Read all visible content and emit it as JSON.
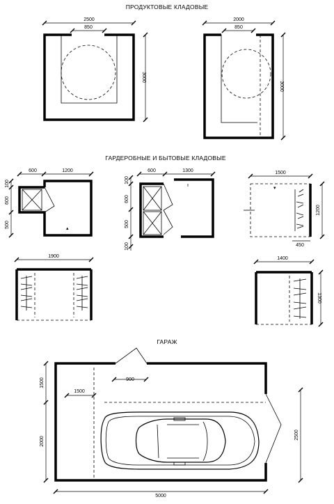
{
  "sections": {
    "pantry_title": "ПРОДУКТОВЫЕ КЛАДОВЫЕ",
    "wardrobe_title": "ГАРДЕРОБНЫЕ И БЫТОВЫЕ КЛАДОВЫЕ",
    "garage_title": "ГАРАЖ"
  },
  "pantry_1": {
    "width": "2500",
    "door": "850",
    "depth": "3000"
  },
  "pantry_2": {
    "width": "2000",
    "door": "850",
    "depth": "3000"
  },
  "wardrobe_1": {
    "w1": "600",
    "w2": "1200",
    "h1": "100",
    "h2": "600",
    "h3": "500"
  },
  "wardrobe_2": {
    "w1": "600",
    "w2": "1300",
    "h1": "100",
    "h2": "600",
    "h3": "500",
    "h4": "100"
  },
  "wardrobe_3": {
    "width": "1500",
    "depth": "1200",
    "shelf": "450"
  },
  "wardrobe_4": {
    "width": "1900"
  },
  "wardrobe_5": {
    "width": "1400",
    "depth": "1300"
  },
  "garage": {
    "left_zone": "1500",
    "door": "900",
    "upper": "1500",
    "lower": "2000",
    "depth": "2500",
    "length": "5000"
  }
}
